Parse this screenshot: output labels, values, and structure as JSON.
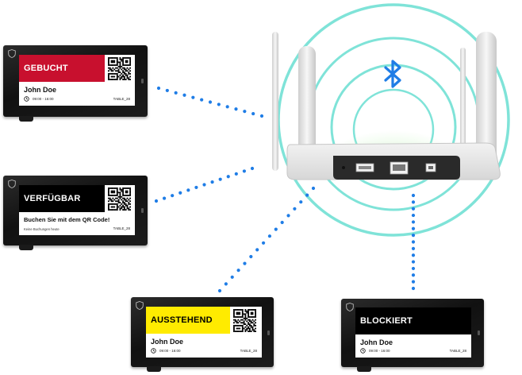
{
  "colors": {
    "booked": "#c8102e",
    "available": "#000000",
    "pending": "#ffeb00",
    "blocked": "#000000",
    "connection_dots": "#1f7de6",
    "bluetooth": "#1f7de6",
    "signal_rings": "#7fe3d8"
  },
  "icons": {
    "bluetooth": "bluetooth-icon",
    "shield": "shield-icon",
    "clock": "clock-icon",
    "qr": "qr-code-icon"
  },
  "displays": [
    {
      "status": "GEBUCHT",
      "name": "John Doe",
      "time": "09:00 - 16:00",
      "table": "TABLE_28"
    },
    {
      "status": "VERFÜGBAR",
      "message": "Buchen Sie mit dem QR Code!",
      "note": "Keine Buchungen heute",
      "table": "TABLE_28"
    },
    {
      "status": "AUSSTEHEND",
      "name": "John Doe",
      "time": "09:00 - 16:00",
      "table": "TABLE_28"
    },
    {
      "status": "BLOCKIERT",
      "name": "John Doe",
      "time": "09:00 - 16:00",
      "table": "TABLE_28"
    }
  ]
}
